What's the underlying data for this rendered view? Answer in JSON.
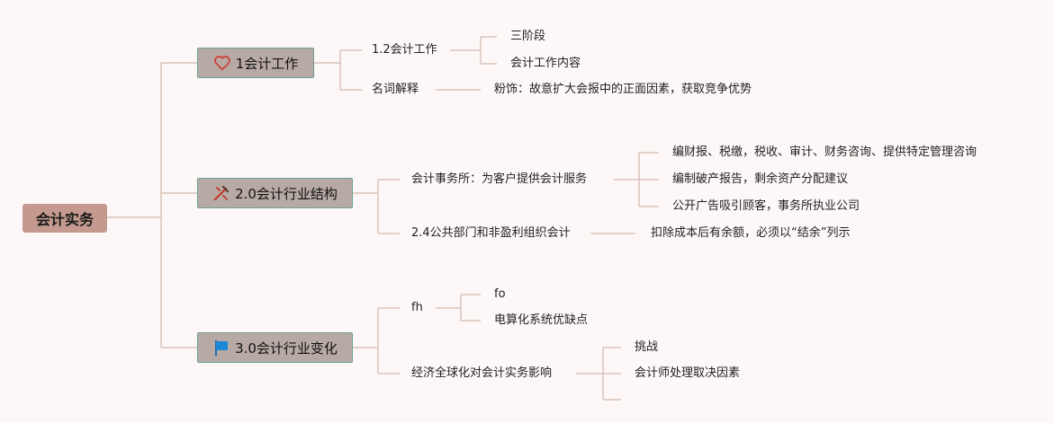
{
  "root": "会计实务",
  "branches": [
    {
      "label": "1会计工作",
      "icon": "heart-icon",
      "children": [
        {
          "label": "1.2会计工作",
          "children": [
            "三阶段",
            "会计工作内容"
          ]
        },
        {
          "label": "名词解释",
          "children": [
            "粉饰：故意扩大会报中的正面因素，获取竞争优势"
          ]
        }
      ]
    },
    {
      "label": "2.0会计行业结构",
      "icon": "tools-icon",
      "children": [
        {
          "label": "会计事务所：为客户提供会计服务",
          "children": [
            "编财报、税缴，税收、审计、财务咨询、提供特定管理咨询",
            "编制破产报告，剩余资产分配建议",
            "公开广告吸引顾客，事务所执业公司"
          ]
        },
        {
          "label": "2.4公共部门和非盈利组织会计",
          "children": [
            "扣除成本后有余额，必须以“结余”列示"
          ]
        }
      ]
    },
    {
      "label": "3.0会计行业变化",
      "icon": "flag-icon",
      "children": [
        {
          "label": "fh",
          "children": [
            "fo",
            "电算化系统优缺点"
          ]
        },
        {
          "label": "经济全球化对会计实务影响",
          "children": [
            "挑战",
            "会计师处理取决因素",
            ""
          ]
        }
      ]
    }
  ],
  "colors": {
    "background": "#fdf8f7",
    "root": "#c49a8e",
    "branch": "#b7aaa5",
    "branch_border": "#6a9e93",
    "connector": "#d9c2ba"
  }
}
